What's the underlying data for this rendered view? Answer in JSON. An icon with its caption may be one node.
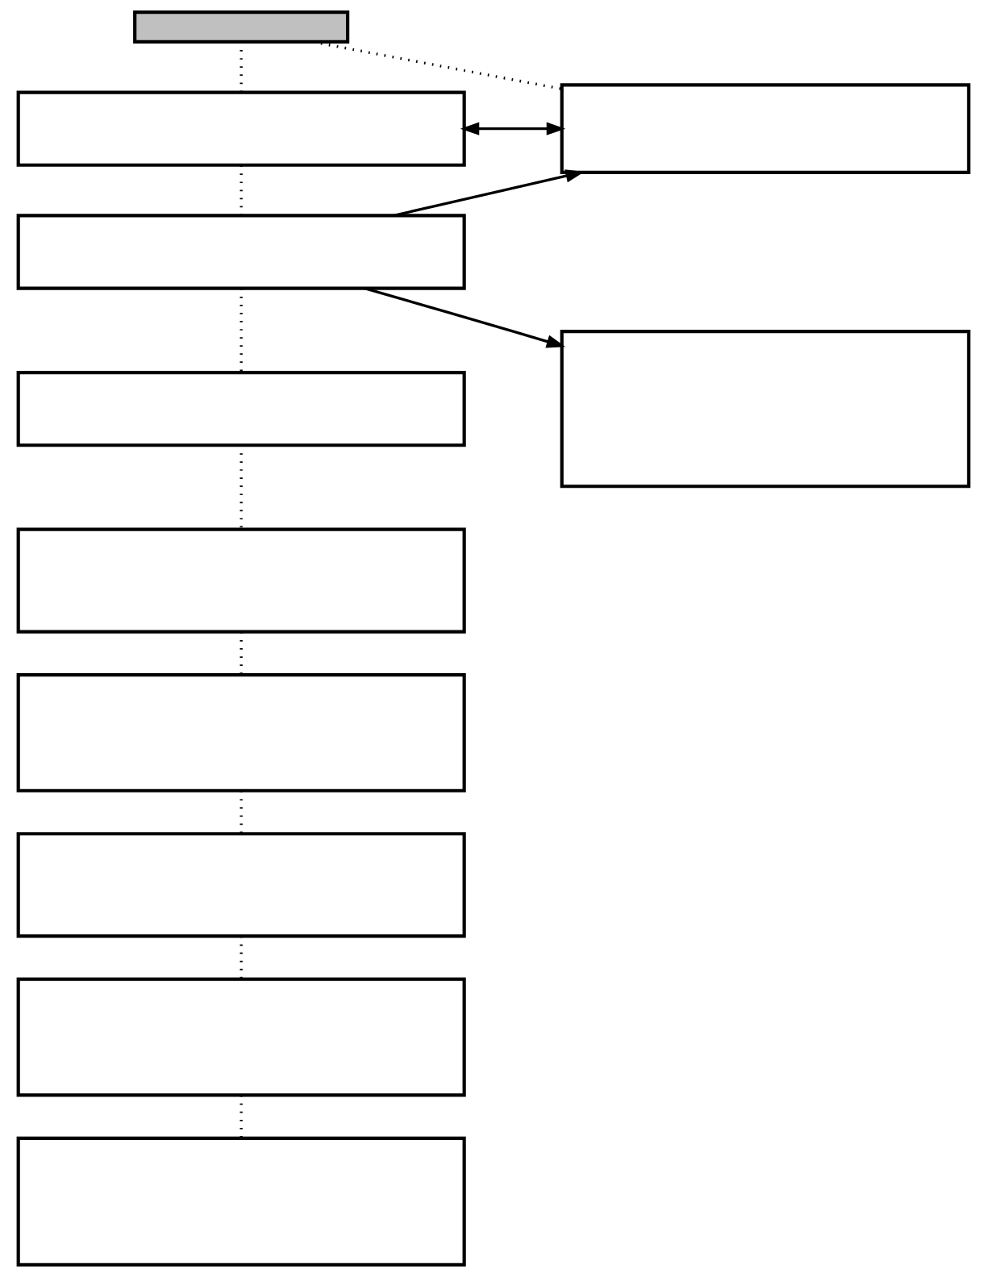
{
  "diagram": {
    "nodes": [
      {
        "text": [],
        "shape": "box"
      },
      {
        "text": [],
        "shape": "box"
      },
      {
        "text": [],
        "shape": "box"
      },
      {
        "text": [],
        "shape": "box"
      },
      {
        "text": [],
        "shape": "box"
      },
      {
        "text": [],
        "shape": "box"
      },
      {
        "text": [],
        "shape": "box"
      },
      {
        "text": [],
        "shape": "box"
      },
      {
        "text": [],
        "shape": "box"
      },
      {
        "text": [],
        "shape": "box"
      },
      {
        "text": [],
        "shape": "box"
      }
    ],
    "edges": [
      {
        "from": 0,
        "to": 1,
        "arrow": "none",
        "style": "dashed"
      },
      {
        "from": 0,
        "to": 2,
        "arrow": "none",
        "style": "dashed"
      },
      {
        "from": 1,
        "to": 2,
        "arrow": "both"
      },
      {
        "from": 1,
        "to": 3,
        "arrow": "none",
        "style": "dashed"
      },
      {
        "from": 3,
        "to": 2,
        "arrow": "to"
      },
      {
        "from": 3,
        "to": 4,
        "arrow": "to"
      },
      {
        "from": 3,
        "to": 5,
        "arrow": "none",
        "style": "dashed"
      },
      {
        "from": 5,
        "to": 6,
        "arrow": "none",
        "style": "dashed"
      },
      {
        "from": 6,
        "to": 7,
        "arrow": "none",
        "style": "dashed"
      },
      {
        "from": 7,
        "to": 8,
        "arrow": "none",
        "style": "dashed"
      },
      {
        "from": 8,
        "to": 9,
        "arrow": "none",
        "style": "dashed"
      },
      {
        "from": 9,
        "to": 10,
        "arrow": "none",
        "style": "dashed"
      }
    ]
  }
}
